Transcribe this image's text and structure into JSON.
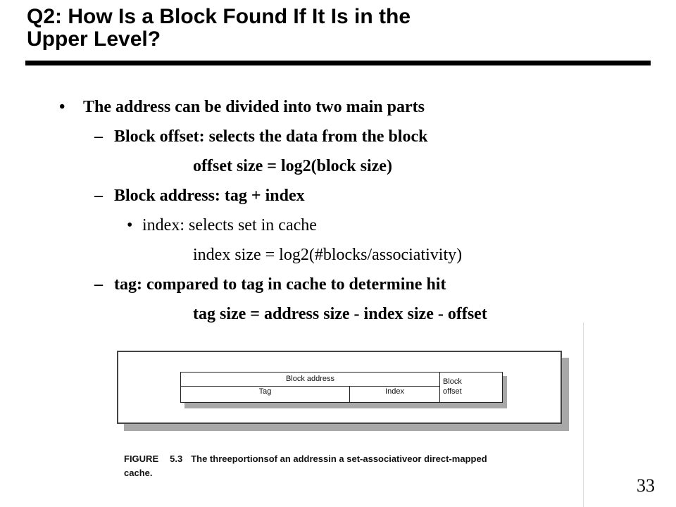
{
  "slide": {
    "title_line1": "Q2: How Is a Block Found If It Is in the",
    "title_line2": "Upper Level?",
    "bullet_symbol": "•",
    "dash_symbol": "–",
    "lines": {
      "l1": "The address can be divided into two main parts",
      "l2": "Block offset: selects the data from the block",
      "l3": "offset size = log2(block size)",
      "l4": "Block address: tag + index",
      "l5": "index: selects set in cache",
      "l6": "index size = log2(#blocks/associativity)",
      "l7": "tag: compared to tag in cache to determine hit",
      "l8": "tag size = address size - index size - offset"
    },
    "figure": {
      "block_address": "Block address",
      "tag": "Tag",
      "index": "Index",
      "block_offset_1": "Block",
      "block_offset_2": "offset",
      "caption_label": "FIGURE",
      "caption_number": "5.3",
      "caption_text_1": "The threeportionsof an addressin a set-associativeor direct-mapped",
      "caption_text_2": "cache."
    },
    "page_number": "33"
  }
}
